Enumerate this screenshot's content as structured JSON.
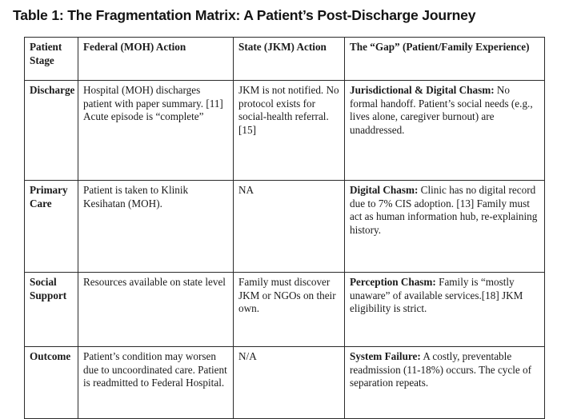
{
  "title": "Table 1: The Fragmentation Matrix: A Patient’s Post-Discharge Journey",
  "table": {
    "headers": [
      "Patient Stage",
      "Federal (MOH) Action",
      "State (JKM) Action",
      "The “Gap” (Patient/Family Experience)"
    ],
    "rows": [
      {
        "stage": "Discharge",
        "federal_action": "Hospital (MOH) discharges patient with paper summary. [11] Acute episode is “complete”",
        "state_action": "JKM is not notified. No protocol exists for social-health referral. [15]",
        "gap_lead": "Jurisdictional & Digital Chasm:",
        "gap_text": " No formal handoff. Patient’s social needs (e.g., lives alone, caregiver burnout) are unaddressed."
      },
      {
        "stage": "Primary Care",
        "federal_action": "Patient is taken to Klinik Kesihatan (MOH).",
        "state_action": "NA",
        "gap_lead": "Digital Chasm:",
        "gap_text": " Clinic has no digital record due to 7% CIS adoption. [13] Family must act as human information hub, re-explaining history."
      },
      {
        "stage": "Social Support",
        "federal_action": "Resources available on state level",
        "state_action": "Family must discover JKM or NGOs on their own.",
        "gap_lead": "Perception Chasm:",
        "gap_text": " Family is “mostly unaware” of available services.[18] JKM eligibility is strict."
      },
      {
        "stage": "Outcome",
        "federal_action": "Patient’s condition may worsen due to uncoordinated care. Patient is readmitted to Federal Hospital.",
        "state_action": "N/A",
        "gap_lead": "System Failure:",
        "gap_text": " A costly, preventable readmission (11-18%) occurs. The cycle of separation repeats."
      }
    ]
  },
  "colors": {
    "border": "#2b2b2b",
    "text": "#1a1a1a",
    "background": "#ffffff"
  }
}
